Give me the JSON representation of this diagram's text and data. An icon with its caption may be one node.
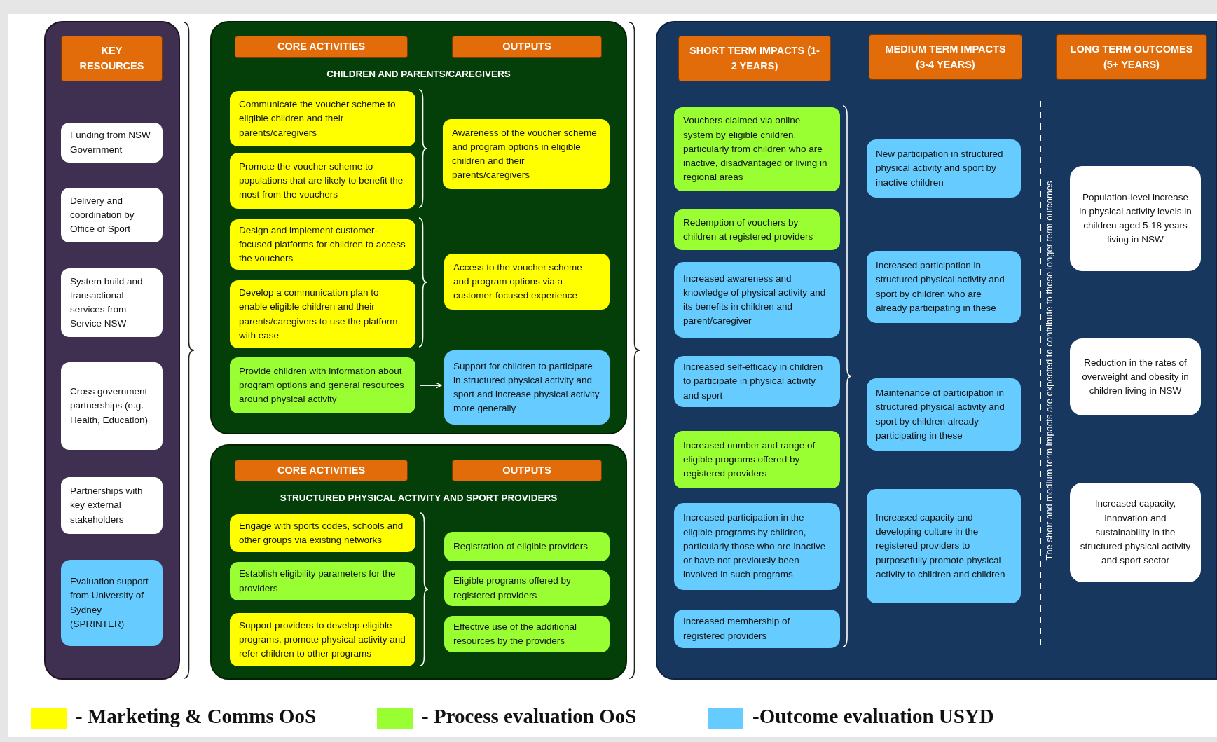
{
  "diagram": {
    "nodes": [
      {
        "text": [],
        "shape": "box"
      },
      {
        "text": [
          "KEY RESOURCES"
        ],
        "in": 0
      },
      {
        "text": [
          "Funding from NSW Government"
        ],
        "in": 0
      },
      {
        "text": [
          "Delivery and coordination by Office of Sport"
        ],
        "in": 0
      },
      {
        "text": [
          "System build and transactional services from Service NSW"
        ],
        "in": 0
      },
      {
        "text": [
          "Cross government partnerships (e.g. Health, Education)"
        ],
        "in": 0
      },
      {
        "text": [
          "Partnerships with key external stakeholders"
        ],
        "in": 0
      },
      {
        "text": [
          "Evaluation support from University of Sydney (SPRINTER)"
        ],
        "in": 0
      },
      {
        "text": [
          "CHILDREN AND PARENTS/CAREGIVERS"
        ]
      },
      {
        "text": [
          "CORE ACTIVITIES"
        ],
        "in": 8
      },
      {
        "text": [
          "OUTPUTS"
        ],
        "in": 8
      },
      {
        "text": [
          "Communicate the voucher scheme to eligible children and their parents/caregivers"
        ],
        "in": 8
      },
      {
        "text": [
          "Promote the voucher scheme to populations that are likely to benefit the most from the vouchers"
        ],
        "in": 8
      },
      {
        "text": [
          "Design and implement customer-focused platforms for children to access the vouchers"
        ],
        "in": 8
      },
      {
        "text": [
          "Develop a communication plan to enable eligible children and their parents/caregivers to use the platform with ease"
        ],
        "in": 8
      },
      {
        "text": [
          "Provide children with information about program options and general resources around physical activity"
        ],
        "in": 8
      },
      {
        "text": [
          "Awareness of the voucher scheme and program options in eligible children and their parents/caregivers"
        ],
        "in": 8
      },
      {
        "text": [
          "Access to the voucher scheme and program options via a customer-focused experience"
        ],
        "in": 8
      },
      {
        "text": [
          "Support for children to participate in structured physical activity and sport and increase physical activity more generally"
        ],
        "in": 8
      },
      {
        "text": [
          "STRUCTURED PHYSICAL ACTIVITY AND SPORT PROVIDERS"
        ]
      },
      {
        "text": [
          "CORE ACTIVITIES"
        ],
        "in": 19
      },
      {
        "text": [
          "OUTPUTS"
        ],
        "in": 19
      },
      {
        "text": [
          "Engage with sports codes, schools and other groups via existing networks"
        ],
        "in": 19
      },
      {
        "text": [
          "Establish eligibility parameters for the providers"
        ],
        "in": 19
      },
      {
        "text": [
          "Support providers to develop eligible programs, promote physical activity and refer children to other programs"
        ],
        "in": 19
      },
      {
        "text": [
          "Registration of eligible providers"
        ],
        "in": 19
      },
      {
        "text": [
          "Eligible programs offered by registered providers"
        ],
        "in": 19
      },
      {
        "text": [
          "Effective use of the additional resources by the providers"
        ],
        "in": 19
      },
      {
        "text": [],
        "shape": "box"
      },
      {
        "text": [
          "SHORT TERM IMPACTS (1-2 YEARS)"
        ],
        "in": 28
      },
      {
        "text": [
          "MEDIUM TERM IMPACTS (3-4 YEARS)"
        ],
        "in": 28
      },
      {
        "text": [
          "LONG TERM OUTCOMES (5+ YEARS)"
        ],
        "in": 28
      },
      {
        "text": [
          "Vouchers claimed via online system by eligible children, particularly from children who are inactive, disadvantaged or living in regional areas"
        ],
        "in": 28
      },
      {
        "text": [
          "Redemption of vouchers by children at registered providers"
        ],
        "in": 28
      },
      {
        "text": [
          "Increased awareness and knowledge of physical activity and its benefits in children and parent/caregiver"
        ],
        "in": 28
      },
      {
        "text": [
          "Increased self-efficacy in children to participate in physical activity and sport"
        ],
        "in": 28
      },
      {
        "text": [
          "Increased number and range of eligible programs offered by registered providers"
        ],
        "in": 28
      },
      {
        "text": [
          "Increased participation in the eligible programs by children, particularly those who are inactive or have not previously been involved in such programs"
        ],
        "in": 28
      },
      {
        "text": [
          "Increased membership of registered providers"
        ],
        "in": 28
      },
      {
        "text": [
          "New participation in structured physical activity and sport by inactive children"
        ],
        "in": 28
      },
      {
        "text": [
          "Increased participation in structured physical activity and sport by children who are already participating in these"
        ],
        "in": 28
      },
      {
        "text": [
          "Maintenance of participation in structured physical activity and sport by children already participating in these"
        ],
        "in": 28
      },
      {
        "text": [
          "Increased capacity and developing culture in the registered providers to purposefully promote physical activity to children and children"
        ],
        "in": 28
      },
      {
        "text": [
          "Population-level increase in physical activity levels in children aged 5-18 years living in NSW"
        ],
        "in": 28
      },
      {
        "text": [
          "Reduction in the rates of overweight and obesity in children living in NSW"
        ],
        "in": 28
      },
      {
        "text": [
          "Increased capacity, innovation and sustainability in the structured physical activity and sport sector"
        ],
        "in": 28
      }
    ],
    "edges": [
      {
        "from": 15,
        "to": 18,
        "arrow": "to"
      }
    ],
    "labels": [
      "The short and medium term impacts are expected to contribute to these longer term outcomes"
    ],
    "legend": [
      {
        "text": "- Marketing & Comms OoS",
        "color": "#ffff00"
      },
      {
        "text": "- Process evaluation OoS",
        "color": "#99ff33"
      },
      {
        "text": "-Outcome evaluation USYD",
        "color": "#66ccff"
      }
    ]
  }
}
